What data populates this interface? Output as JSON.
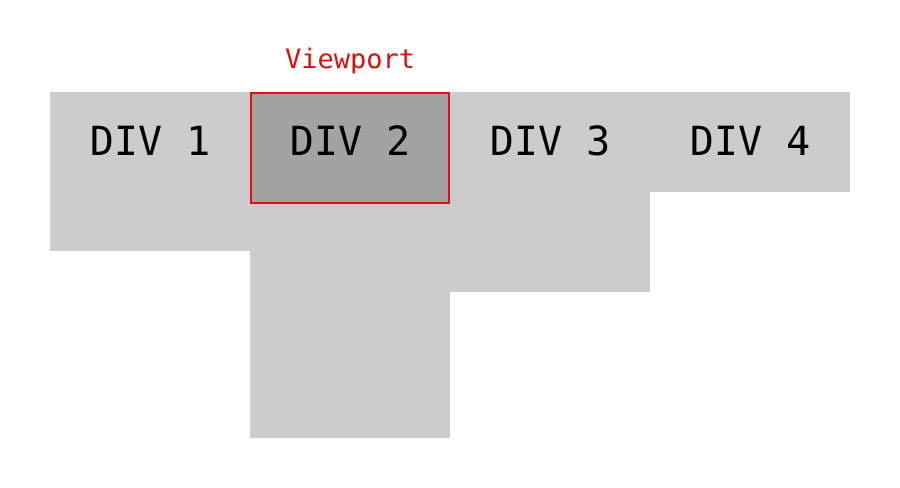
{
  "viewport": {
    "label": "Viewport",
    "border_color": "#e01010",
    "fill_color": "#a3a3a3"
  },
  "divs": [
    {
      "label": "DIV 1"
    },
    {
      "label": "DIV 2"
    },
    {
      "label": "DIV 3"
    },
    {
      "label": "DIV 4"
    }
  ],
  "colors": {
    "panel": "#cccccc",
    "text": "#000000",
    "background": "#ffffff"
  }
}
